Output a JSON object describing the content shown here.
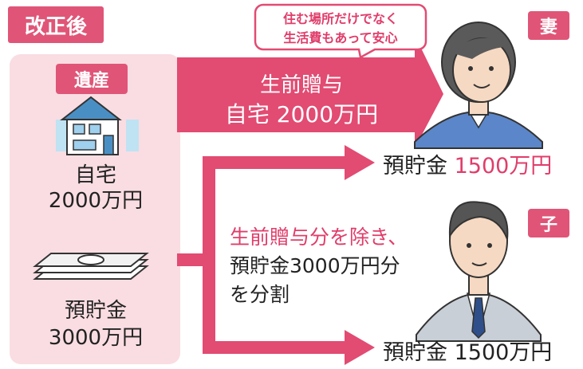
{
  "header": {
    "label": "改正後"
  },
  "estate": {
    "tag": "遺産",
    "house": {
      "name": "自宅",
      "value": "2000万円"
    },
    "savings": {
      "name": "預貯金",
      "value": "3000万円"
    }
  },
  "gift_arrow": {
    "line1": "生前贈与",
    "line2": "自宅 2000万円"
  },
  "wife": {
    "tag": "妻",
    "bubble_line1": "住む場所だけでなく",
    "bubble_line2": "生活費もあって安心",
    "result_name": "預貯金",
    "result_value": "1500万円"
  },
  "child": {
    "tag": "子",
    "result_name": "預貯金",
    "result_value": "1500万円"
  },
  "split_note": {
    "line1": "生前贈与分を除き、",
    "line2": "預貯金3000万円分",
    "line3": "を分割"
  },
  "colors": {
    "accent": "#e05577",
    "panel": "#f9dde2",
    "arrow": "#e24b72"
  }
}
